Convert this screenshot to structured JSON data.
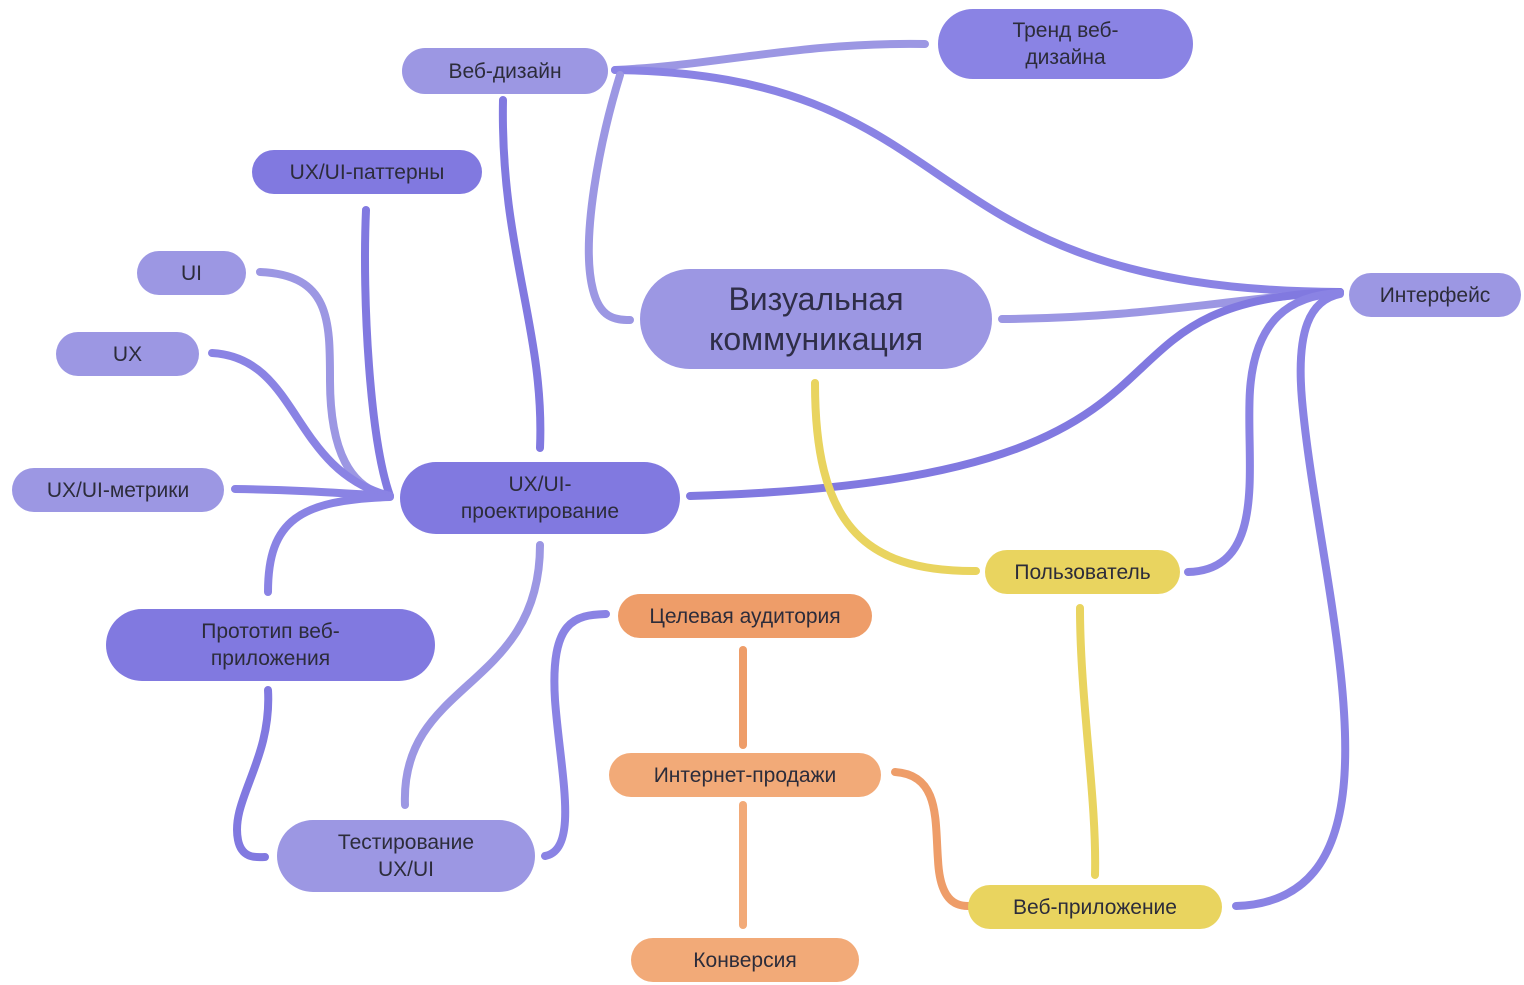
{
  "colors": {
    "purple_light": "#9c97e3",
    "purple_mid": "#8a83e4",
    "purple_dark": "#8179e0",
    "yellow": "#e9d45f",
    "orange": "#ee9d69",
    "orange_light": "#f2aa78"
  },
  "nodes": {
    "central": "Визуальная коммуникация",
    "web_design": "Веб-дизайн",
    "web_design_trend": "Тренд веб-дизайна",
    "ux_ui_patterns": "UX/UI-паттерны",
    "ui": "UI",
    "ux": "UX",
    "ux_ui_metrics": "UX/UI-метрики",
    "ux_ui_design": "UX/UI-проектирование",
    "prototype": "Прототип веб-приложения",
    "testing": "Тестирование UX/UI",
    "interface": "Интерфейс",
    "user": "Пользователь",
    "target_audience": "Целевая аудитория",
    "online_sales": "Интернет-продажи",
    "conversion": "Конверсия",
    "web_app": "Веб-приложение"
  }
}
